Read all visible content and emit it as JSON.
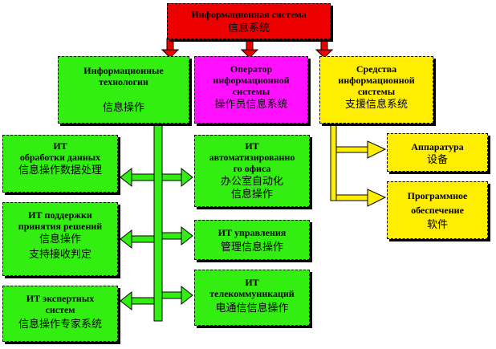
{
  "top": {
    "ru": "Информационная система",
    "zh": "信息系统"
  },
  "it": {
    "ru1": "Информационные",
    "ru2": "технологии",
    "zh": "信息操作"
  },
  "operator": {
    "ru1": "Оператор",
    "ru2": "информационной",
    "ru3": "системы",
    "zh": "操作员信息系统"
  },
  "means": {
    "ru1": "Средства",
    "ru2": "информационной",
    "ru3": "системы",
    "zh": "支援信息系统"
  },
  "left_boxes": [
    {
      "ru1": "ИТ",
      "ru2": "обработки данных",
      "zh1": "信息操作数据处理",
      "zh2": ""
    },
    {
      "ru1": "ИТ поддержки",
      "ru2": "принятия решений",
      "zh1": "信息操作",
      "zh2": "支持接收判定"
    },
    {
      "ru1": "ИТ экспертных",
      "ru2": "систем",
      "zh1": "信息操作专家系统",
      "zh2": ""
    }
  ],
  "right_boxes": [
    {
      "ru1": "ИТ",
      "ru2": "автоматизированно",
      "ru3": "го офиса",
      "zh1": "办公室自动化",
      "zh2": "信息操作"
    },
    {
      "ru1": "ИТ управления",
      "ru2": "",
      "ru3": "",
      "zh1": "管理信息操作",
      "zh2": ""
    },
    {
      "ru1": "ИТ",
      "ru2": "телекоммуникаций",
      "ru3": "",
      "zh1": "电通信信息操作",
      "zh2": ""
    }
  ],
  "means_boxes": [
    {
      "ru1": "Аппаратура",
      "ru2": "",
      "zh": "设备"
    },
    {
      "ru1": "Программное",
      "ru2": "обеспечение",
      "zh": "软件"
    }
  ],
  "colors": {
    "green": "#33ee11",
    "yellow": "#ffee00",
    "magenta": "#ff11ff",
    "red": "#ee0000"
  }
}
